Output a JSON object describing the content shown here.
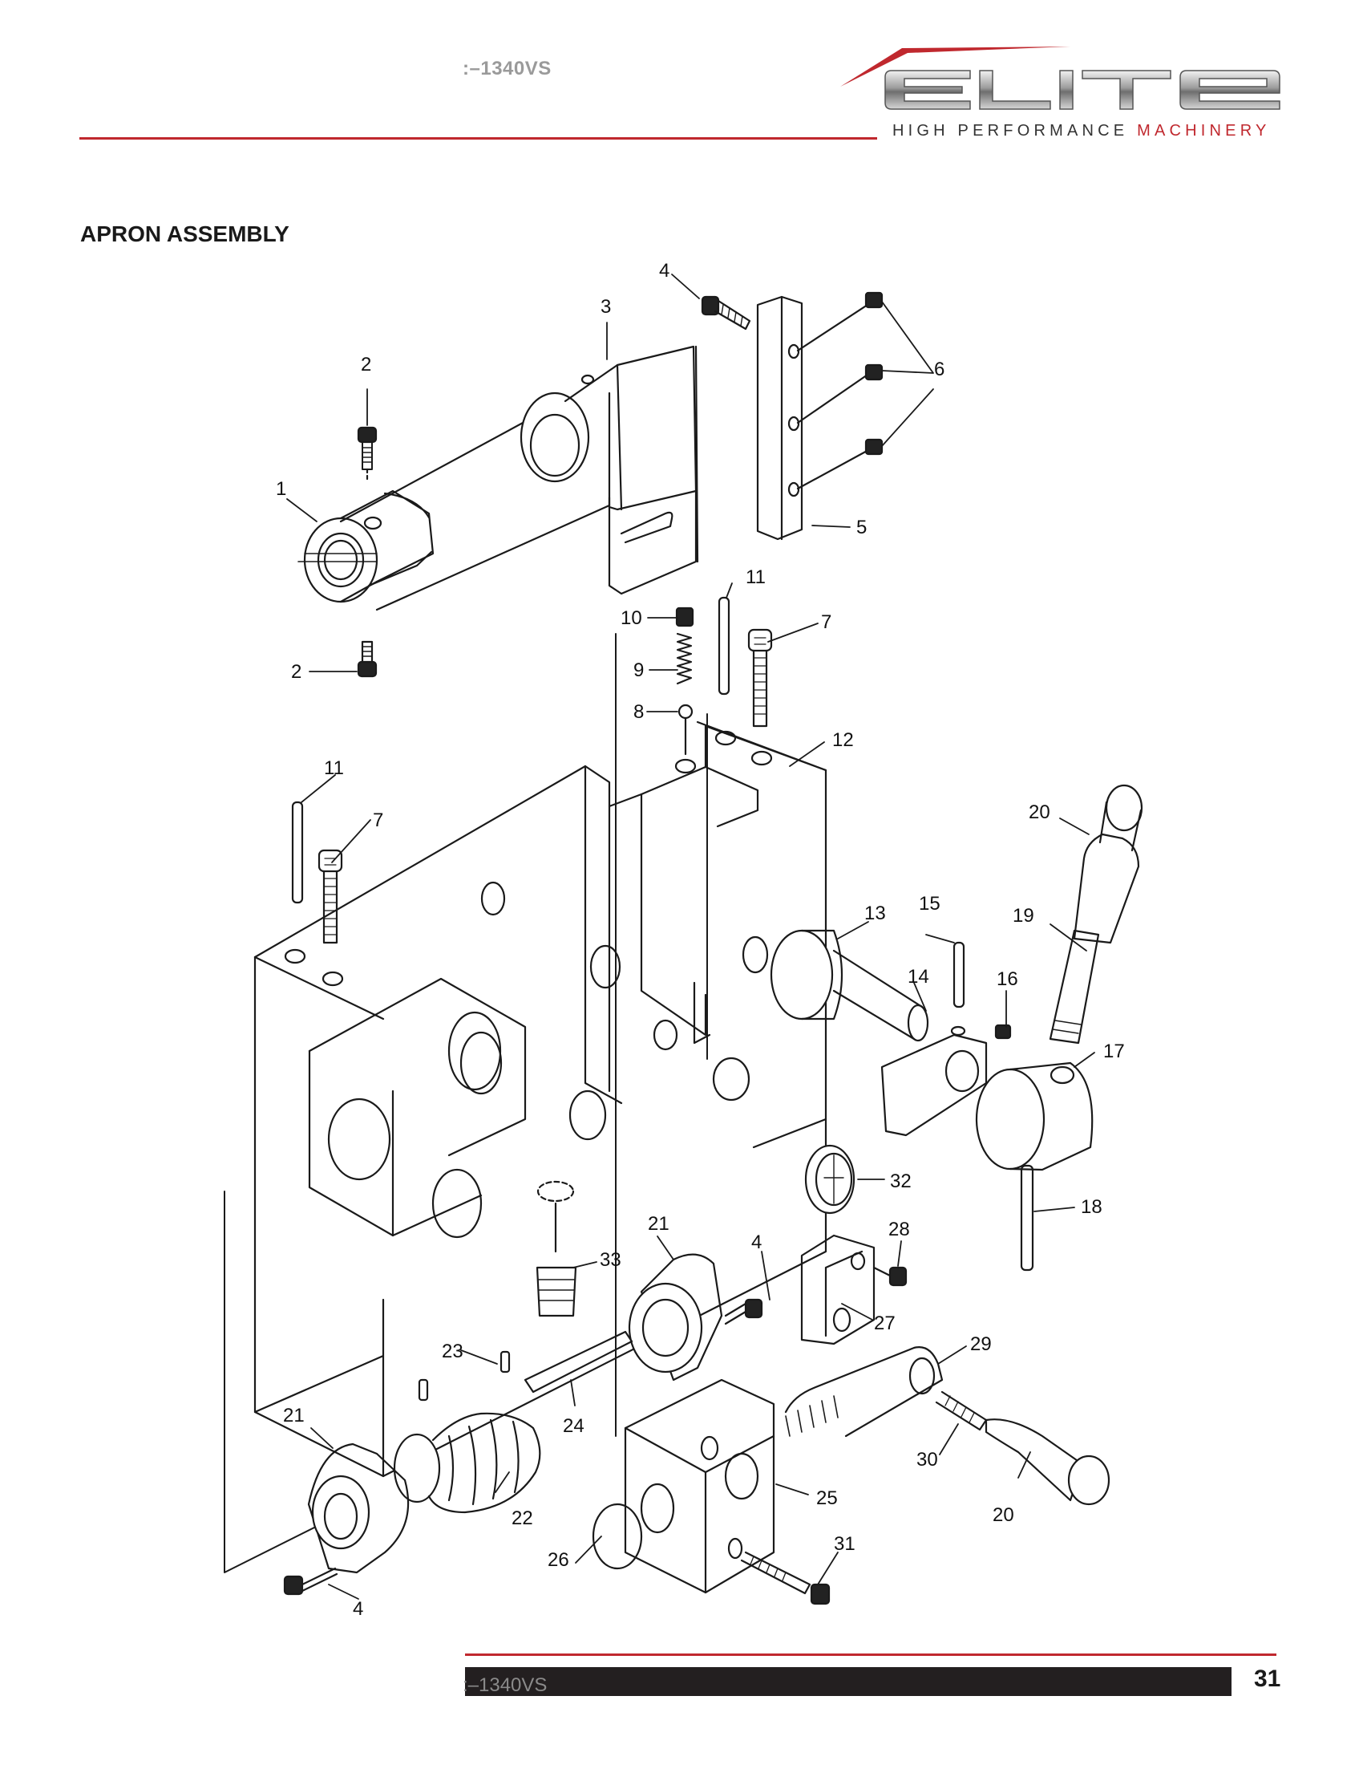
{
  "header": {
    "model": ":–1340VS",
    "brand": "ELITE",
    "tagline_part1": "HIGH PERFORMANCE ",
    "tagline_part2": "MACHINERY"
  },
  "title": "APRON ASSEMBLY",
  "callouts": [
    {
      "id": "c1",
      "label": "1"
    },
    {
      "id": "c2a",
      "label": "2"
    },
    {
      "id": "c2b",
      "label": "2"
    },
    {
      "id": "c3",
      "label": "3"
    },
    {
      "id": "c4a",
      "label": "4"
    },
    {
      "id": "c4b",
      "label": "4"
    },
    {
      "id": "c4c",
      "label": "4"
    },
    {
      "id": "c5",
      "label": "5"
    },
    {
      "id": "c6",
      "label": "6"
    },
    {
      "id": "c7a",
      "label": "7"
    },
    {
      "id": "c7b",
      "label": "7"
    },
    {
      "id": "c8",
      "label": "8"
    },
    {
      "id": "c9",
      "label": "9"
    },
    {
      "id": "c10",
      "label": "10"
    },
    {
      "id": "c11a",
      "label": "11"
    },
    {
      "id": "c11b",
      "label": "11"
    },
    {
      "id": "c12",
      "label": "12"
    },
    {
      "id": "c13",
      "label": "13"
    },
    {
      "id": "c14",
      "label": "14"
    },
    {
      "id": "c15",
      "label": "15"
    },
    {
      "id": "c16",
      "label": "16"
    },
    {
      "id": "c17",
      "label": "17"
    },
    {
      "id": "c18",
      "label": "18"
    },
    {
      "id": "c19",
      "label": "19"
    },
    {
      "id": "c20a",
      "label": "20"
    },
    {
      "id": "c20b",
      "label": "20"
    },
    {
      "id": "c21a",
      "label": "21"
    },
    {
      "id": "c21b",
      "label": "21"
    },
    {
      "id": "c22",
      "label": "22"
    },
    {
      "id": "c23",
      "label": "23"
    },
    {
      "id": "c24",
      "label": "24"
    },
    {
      "id": "c25",
      "label": "25"
    },
    {
      "id": "c26",
      "label": "26"
    },
    {
      "id": "c27",
      "label": "27"
    },
    {
      "id": "c28",
      "label": "28"
    },
    {
      "id": "c29",
      "label": "29"
    },
    {
      "id": "c30",
      "label": "30"
    },
    {
      "id": "c31",
      "label": "31"
    },
    {
      "id": "c32",
      "label": "32"
    },
    {
      "id": "c33",
      "label": "33"
    }
  ],
  "footer": {
    "model": ":–1340VS",
    "page_number": "31"
  },
  "colors": {
    "accent": "#c0282e",
    "dark_bar": "#231f20",
    "line": "#1a1a1a"
  }
}
